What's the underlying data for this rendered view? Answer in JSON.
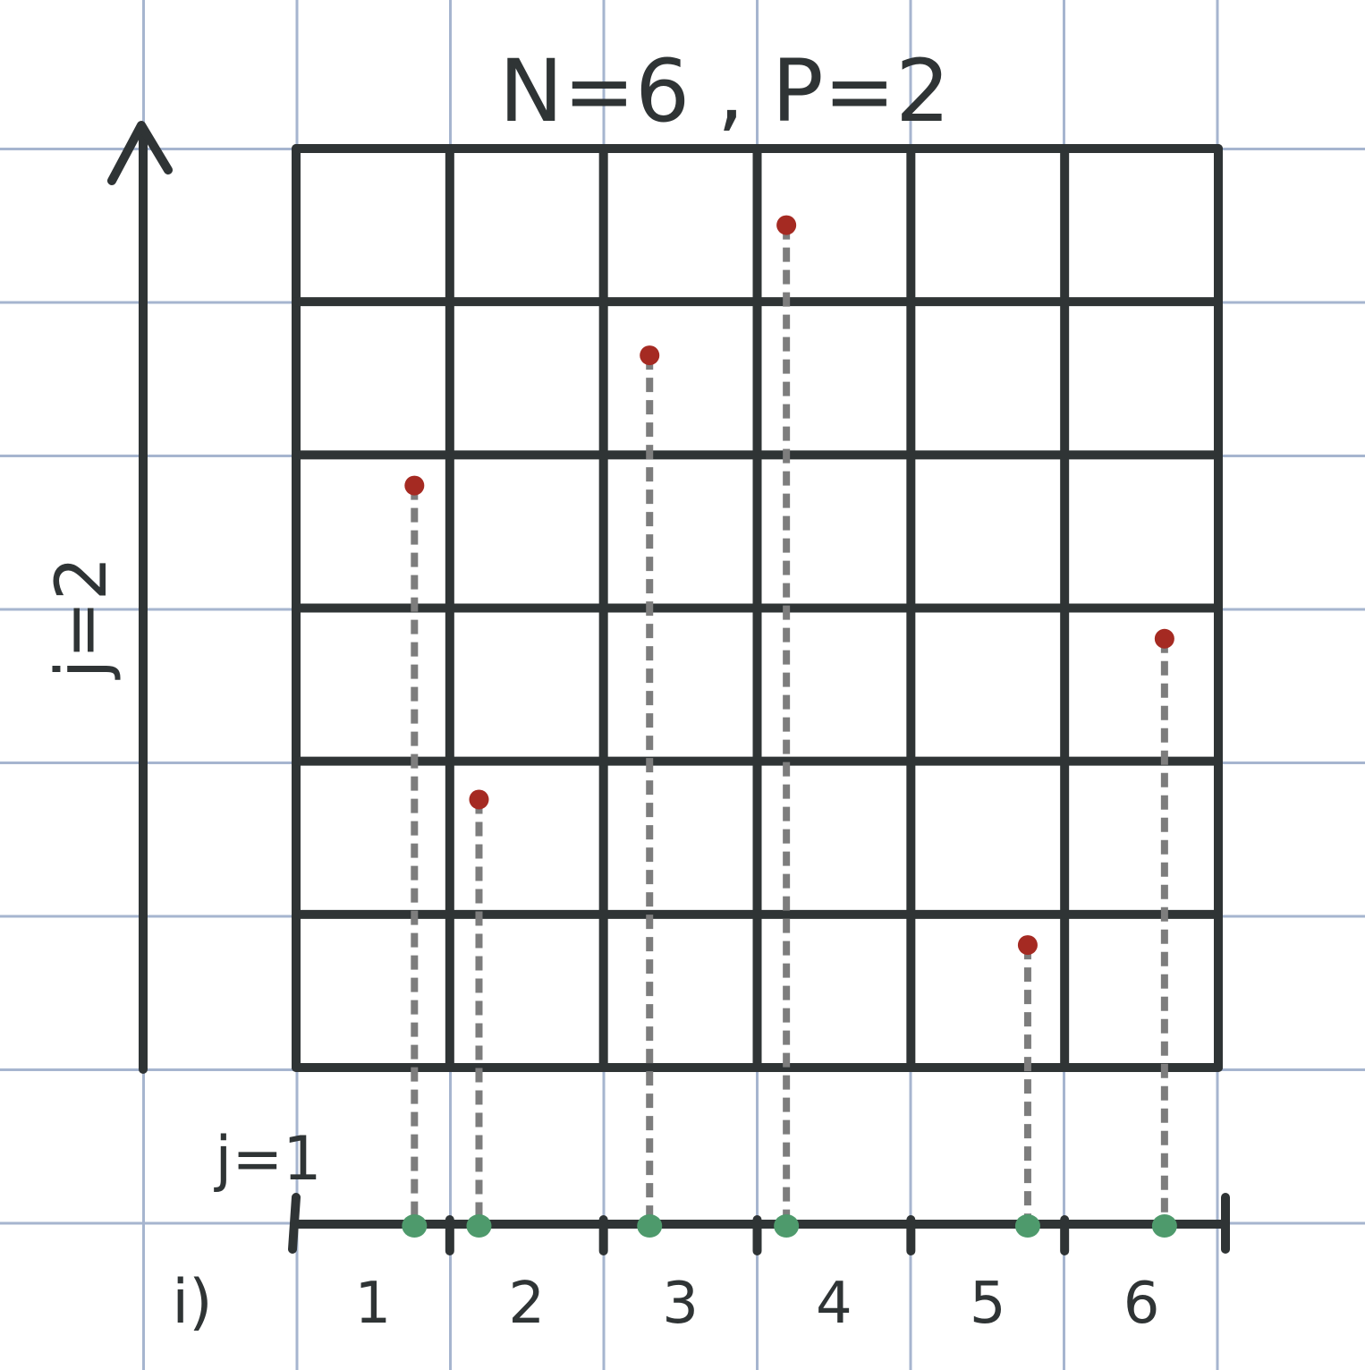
{
  "title": "N=6 , P=2",
  "vertical_axis_label": "j=2",
  "horizontal_axis_label": "j=1",
  "index_label": "i)",
  "columns": [
    "1",
    "2",
    "3",
    "4",
    "5",
    "6"
  ],
  "grid": {
    "divisions": 6
  },
  "colors": {
    "ink": "#2f3435",
    "paper_grid": "#a6b5cf",
    "point_2d": "#a52a22",
    "point_1d": "#4e9a6c",
    "projection": "#7d7d7d"
  },
  "chart_data": {
    "type": "scatter",
    "x": [
      0.77,
      1.19,
      2.3,
      3.19,
      4.76,
      5.65
    ],
    "y": [
      3.8,
      1.75,
      4.65,
      5.5,
      0.8,
      2.8
    ],
    "xlim": [
      0,
      6
    ],
    "ylim": [
      0,
      6
    ],
    "projections": true
  }
}
